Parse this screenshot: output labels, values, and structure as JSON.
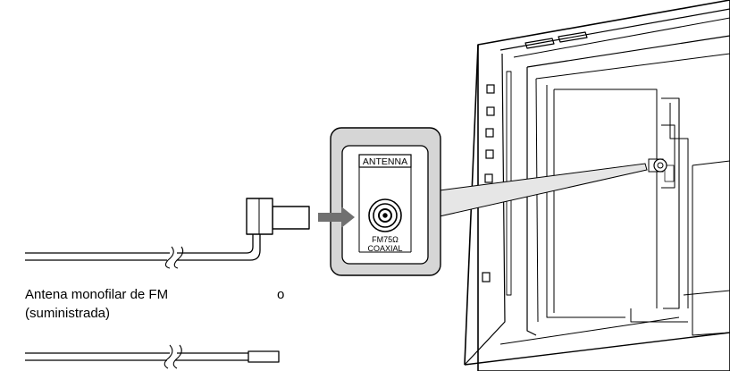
{
  "panel": {
    "header": "ANTENNA",
    "jack_line1": "FM75Ω",
    "jack_line2": "COAXIAL"
  },
  "antenna_caption": {
    "line1": "Antena monofilar de FM",
    "line2": "(suministrada)"
  },
  "or_label": "o",
  "colors": {
    "line": "#000000",
    "panel_fill": "#dcdcdc",
    "arrow": "#707070",
    "zoom": "#e6e6e6"
  }
}
